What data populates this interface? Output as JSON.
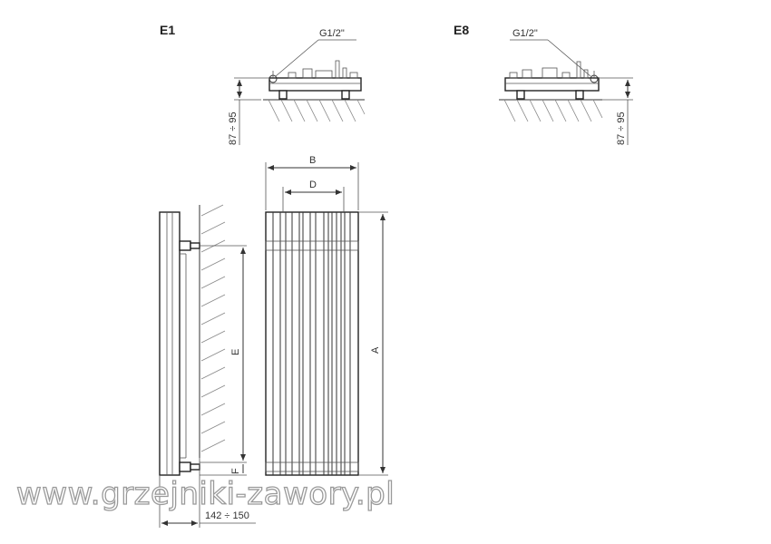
{
  "variants": {
    "left": {
      "label": "E1",
      "connection": "G1/2\"",
      "wall_distance": "87 ÷ 95"
    },
    "right": {
      "label": "E8",
      "connection": "G1/2\"",
      "wall_distance": "87 ÷ 95"
    }
  },
  "dimensions": {
    "width": "B",
    "inner_width": "D",
    "height": "A",
    "bracket_spacing": "E",
    "bottom_offset": "F",
    "depth": "142 ÷ 150"
  },
  "watermark": "www.grzejniki-zawory.pl"
}
